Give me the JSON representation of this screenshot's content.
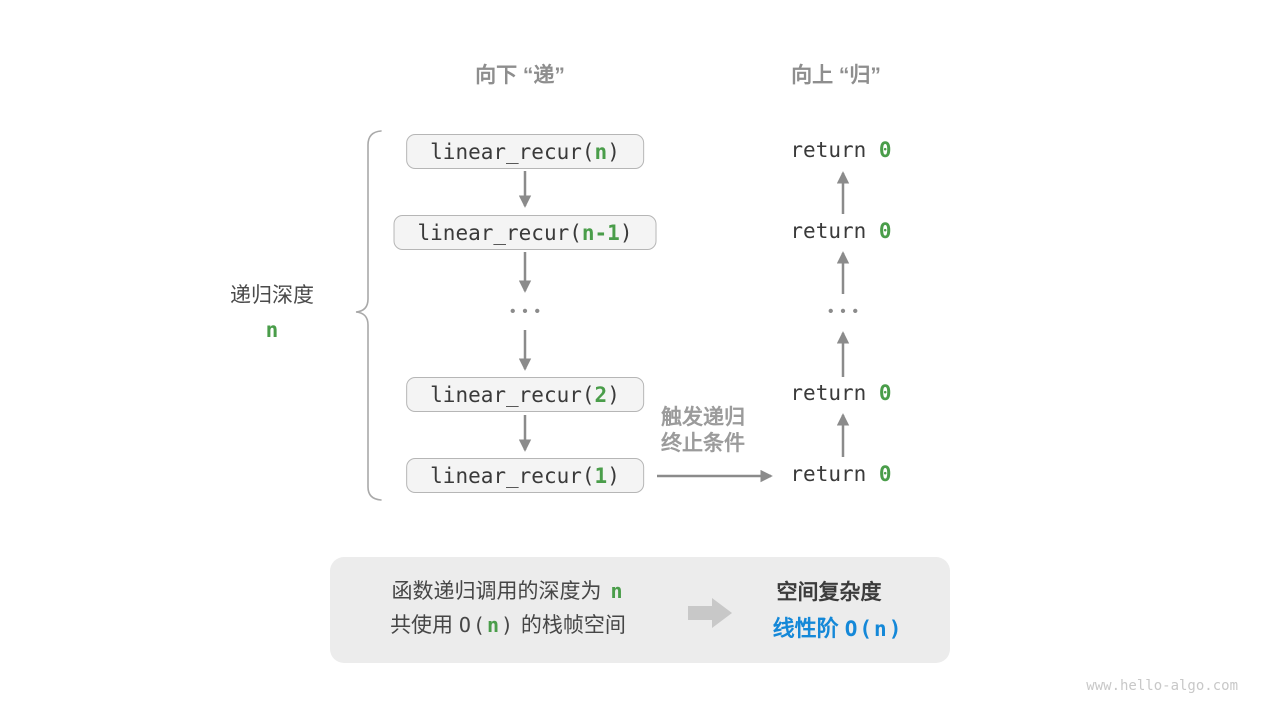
{
  "phase_headers": {
    "descend": "向下 “递”",
    "ascend": "向上 “归”"
  },
  "depth_brace": {
    "label": "递归深度",
    "value": "n"
  },
  "call_stack": {
    "boxes": [
      {
        "fn": "linear_recur(",
        "arg": "n",
        "close": ")"
      },
      {
        "fn": "linear_recur(",
        "arg": "n-1",
        "close": ")"
      },
      {
        "fn": "linear_recur(",
        "arg": "2",
        "close": ")"
      },
      {
        "fn": "linear_recur(",
        "arg": "1",
        "close": ")"
      }
    ],
    "ellipsis": "•••"
  },
  "returns": {
    "rows": [
      {
        "kw": "return ",
        "val": "0"
      },
      {
        "kw": "return ",
        "val": "0"
      },
      {
        "kw": "return ",
        "val": "0"
      },
      {
        "kw": "return ",
        "val": "0"
      }
    ],
    "ellipsis": "•••"
  },
  "base_case_note": {
    "line1": "触发递归",
    "line2": "终止条件"
  },
  "summary": {
    "line1": {
      "text": "函数递归调用的深度为",
      "value": "n"
    },
    "line2": {
      "pre": "共使用 ",
      "o": "O(",
      "value": "n",
      "close": ")",
      "post": " 的栈帧空间"
    },
    "conclusion_title": "空间复杂度",
    "conclusion": {
      "pre": "线性阶 ",
      "o": "O(",
      "value": "n",
      "close": ")"
    }
  },
  "watermark": "www.hello-algo.com",
  "colors": {
    "green": "#4a9d4a",
    "blue": "#1488d8",
    "arrow_gray": "#8b8b8b",
    "box_fill": "#f4f4f4",
    "box_border": "#b6b6b6",
    "summary_fill": "#ececec",
    "header_gray": "#8e8e8e"
  }
}
